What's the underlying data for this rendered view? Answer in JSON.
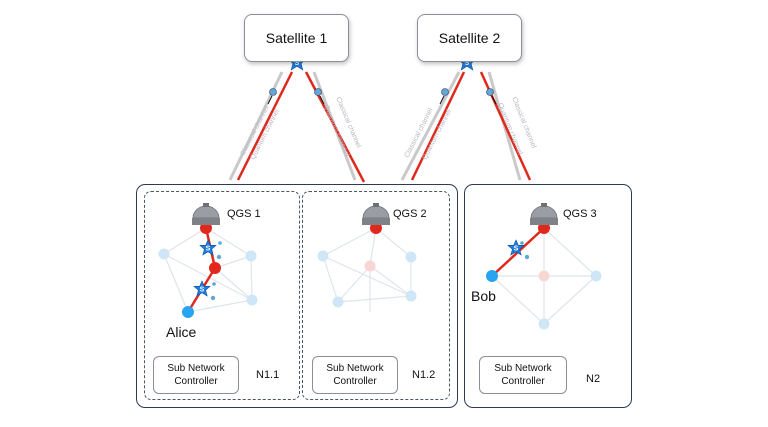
{
  "satellites": [
    {
      "label": "Satellite 1"
    },
    {
      "label": "Satellite 2"
    }
  ],
  "channels": {
    "classical": "Classical channel",
    "quantum": "Quantum channel"
  },
  "ground_stations": [
    {
      "label": "QGS 1"
    },
    {
      "label": "QGS 2"
    },
    {
      "label": "QGS 3"
    }
  ],
  "networks": [
    {
      "label": "N1.1",
      "controller": [
        "Sub Network",
        "Controller"
      ]
    },
    {
      "label": "N1.2",
      "controller": [
        "Sub Network",
        "Controller"
      ]
    },
    {
      "label": "N2",
      "controller": [
        "Sub Network",
        "Controller"
      ]
    }
  ],
  "users": {
    "alice": "Alice",
    "bob": "Bob"
  },
  "star_symbol": "S",
  "colors": {
    "link": "#e0281c",
    "classical": "#c9c9c9",
    "node_blue": "#29a4f0",
    "node_red": "#e0281c",
    "faded_node": "#cfe6f7",
    "star": "#1f7ee0",
    "frame": "#2c3a56"
  }
}
